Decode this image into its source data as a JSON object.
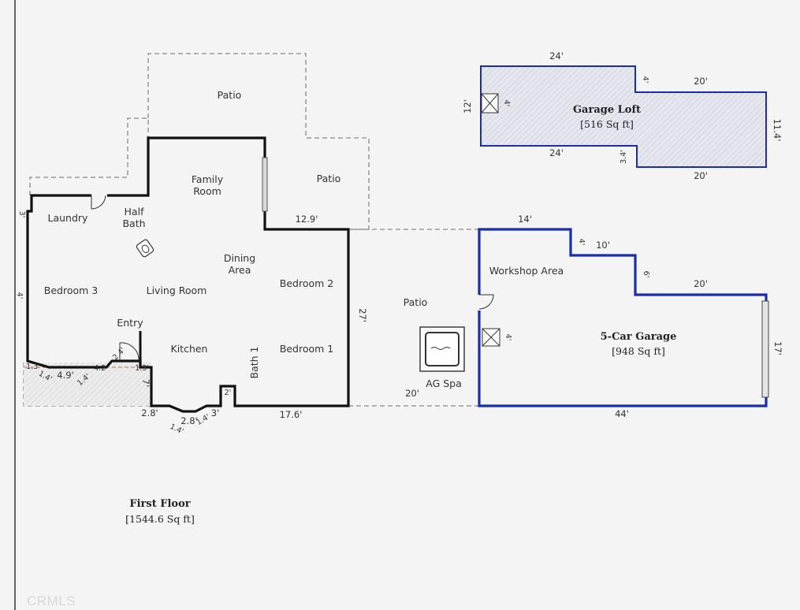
{
  "rooms": {
    "patio_top": "Patio",
    "patio_mid": "Patio",
    "patio_side": "Patio",
    "family_room": "Family\nRoom",
    "laundry": "Laundry",
    "half_bath": "Half\nBath",
    "dining_area": "Dining\nArea",
    "bedroom_3": "Bedroom 3",
    "living_room": "Living Room",
    "bedroom_2": "Bedroom 2",
    "entry": "Entry",
    "kitchen": "Kitchen",
    "bedroom_1": "Bedroom 1",
    "bath_1": "Bath 1",
    "workshop_area": "Workshop Area",
    "ag_spa": "AG Spa"
  },
  "labels": {
    "garage_loft": {
      "title": "Garage Loft",
      "area": "[516 Sq ft]"
    },
    "five_car_garage": {
      "title": "5-Car Garage",
      "area": "[948 Sq ft]"
    },
    "first_floor": {
      "title": "First Floor",
      "area": "[1544.6 Sq ft]"
    }
  },
  "dimensions": {
    "loft_top": "24'",
    "loft_step": "4'",
    "loft_top_right": "20'",
    "loft_left": "12'",
    "loft_right": "11.4'",
    "loft_bottom_left": "24'",
    "loft_bottom_step": "3.4'",
    "loft_bottom_right": "20'",
    "house_right_top": "12.9'",
    "house_right": "27'",
    "house_bottom": "17.6'",
    "bay_left": "2.8'",
    "bay_bottom": "2.8'",
    "bay_diag_left": "1.4'",
    "bay_diag_right": "1.4'",
    "bay_right": "3'",
    "bath_notch": "2'",
    "front_left_a": "1.3'",
    "front_diag_a": "1.4'",
    "front_span": "4.9'",
    "front_diag_b": "1.4'",
    "front_right_a": "4.2'",
    "front_right_b": "1.3'",
    "entry_depth": "7'",
    "entry_width": "2.4'",
    "left_wall_top": "3'",
    "left_wall_mid": "4'",
    "garage_top": "14'",
    "garage_step1": "4'",
    "garage_mid": "10'",
    "garage_step2": "6'",
    "garage_right_top": "20'",
    "garage_right": "17'",
    "garage_bottom": "44'",
    "patio_bottom": "20'",
    "loft_stair": "4'",
    "garage_stair": "4'"
  },
  "watermark": "CRMLS",
  "colors": {
    "house_wall": "#111111",
    "garage_wall": "#1a2ea8",
    "patio_line": "#888888",
    "loft_fill": "#e2e2ec",
    "background": "#f4f4f4"
  }
}
